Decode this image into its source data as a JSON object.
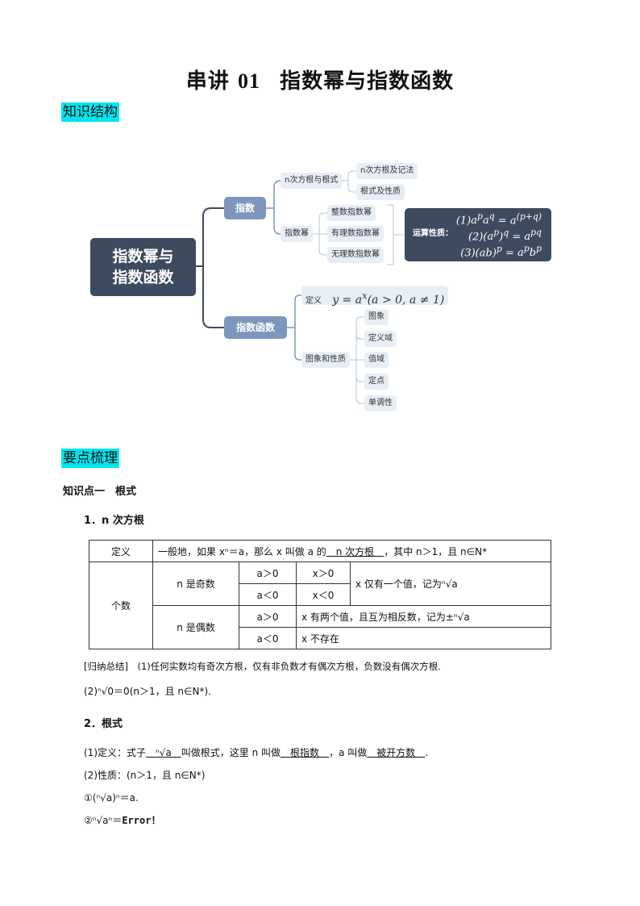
{
  "title": {
    "prefix": "串讲",
    "num": "01",
    "main": "指数幂与指数函数"
  },
  "sections": {
    "structure": "知识结构",
    "points": "要点梳理"
  },
  "mindmap": {
    "root_line1": "指数幂与",
    "root_line2": "指数函数",
    "branch1": "指数",
    "branch2": "指数函数",
    "n_root": "n次方根与根式",
    "n_root_children": [
      "n次方根及记法",
      "根式及性质"
    ],
    "power": "指数幂",
    "power_children": [
      "整数指数幂",
      "有理数指数幂",
      "无理数指数幂"
    ],
    "rules_label": "运算性质：",
    "rules": [
      "(1)a^p a^q = a^(p+q)",
      "(2)(a^p)^q = a^pq",
      "(3)(ab)^p = a^p b^p"
    ],
    "definition_label": "定义",
    "definition_formula": "y = a^x (a > 0, a ≠ 1)",
    "graph_props": "图象和性质",
    "graph_children": [
      "图象",
      "定义域",
      "值域",
      "定点",
      "单调性"
    ]
  },
  "knowledge1": {
    "heading": "知识点一　根式",
    "sub1": "1．n 次方根"
  },
  "table": {
    "def_label": "定义",
    "def_text": "一般地，如果 xⁿ＝a，那么 x 叫做 a 的",
    "def_blank": "　n 次方根　",
    "def_tail": "，其中 n＞1，且 n∈N*",
    "count_label": "个数",
    "odd": "n 是奇数",
    "even": "n 是偶数",
    "odd_rows": [
      {
        "a": "a＞0",
        "x": "x＞0"
      },
      {
        "a": "a＜0",
        "x": "x＜0"
      }
    ],
    "odd_result": "x 仅有一个值，记为ⁿ√a",
    "even_rows": [
      {
        "a": "a＞0",
        "x": "x 有两个值，且互为相反数，记为±ⁿ√a"
      },
      {
        "a": "a＜0",
        "x": "x 不存在"
      }
    ]
  },
  "summary": {
    "line1": "[归纳总结]　(1)任何实数均有奇次方根，仅有非负数才有偶次方根，负数没有偶次方根.",
    "line2": "(2)ⁿ√0＝0(n＞1，且 n∈N*).",
    "sub2": "2．根式",
    "def_pre": "(1)定义：式子",
    "def_expr": "　ⁿ√a　",
    "def_mid": "叫做根式，这里 n 叫做",
    "def_blank1": "　根指数　",
    "def_mid2": "，a 叫做",
    "def_blank2": "　被开方数　",
    "def_end": ".",
    "prop": "(2)性质：(n＞1，且 n∈N*)",
    "p1": "①(ⁿ√a)ⁿ＝a.",
    "p2": "②ⁿ√aⁿ＝",
    "p2_err": "Error！"
  }
}
